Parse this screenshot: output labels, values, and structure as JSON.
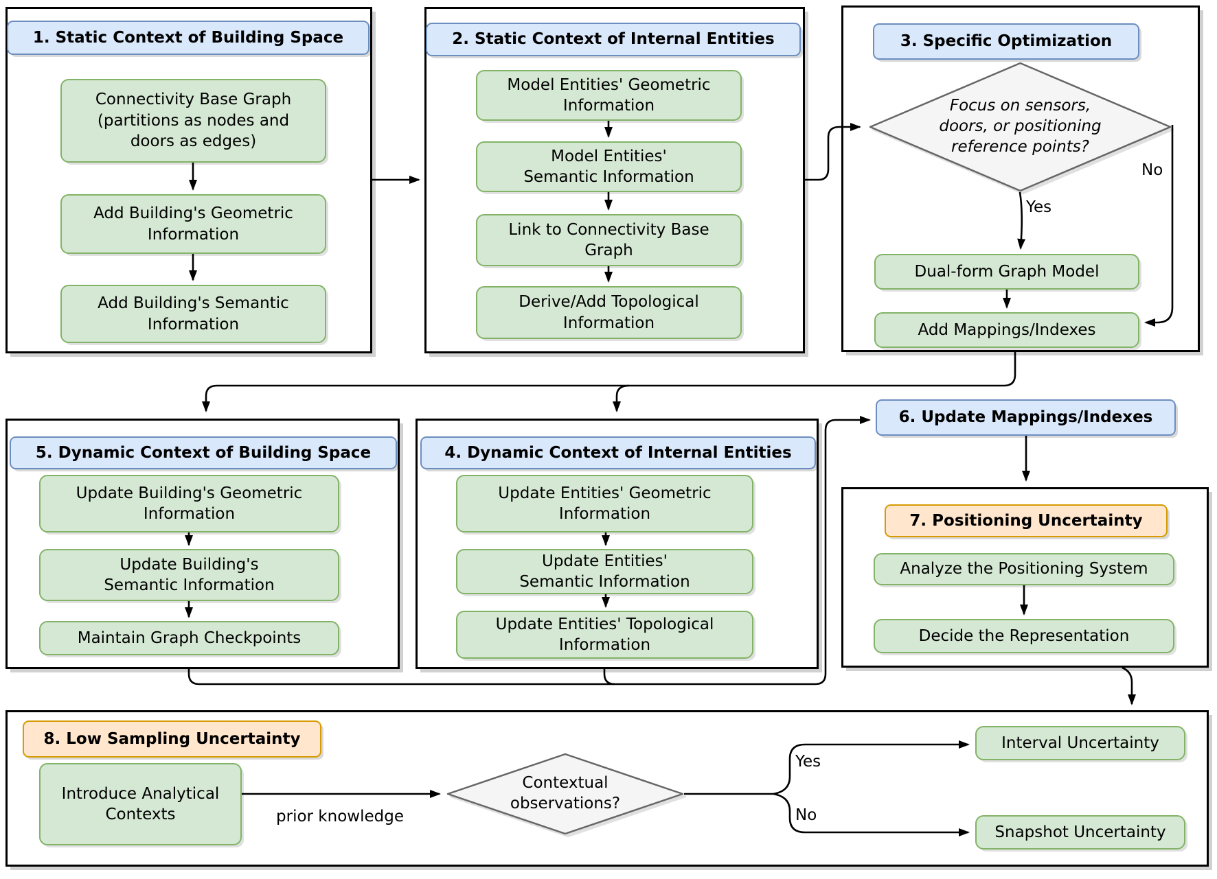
{
  "colors": {
    "header_blue_fill": "#dae8fc",
    "header_blue_border": "#6c8ebf",
    "process_green_fill": "#d5e8d4",
    "process_green_border": "#82b366",
    "accent_orange_fill": "#ffe6cc",
    "accent_orange_border": "#d79b00",
    "decision_gray_fill": "#f5f5f5",
    "decision_gray_border": "#666666",
    "line_black": "#000000"
  },
  "s1": {
    "title": "1. Static Context of Building Space",
    "steps": [
      "Connectivity Base Graph\n(partitions as nodes and\ndoors as edges)",
      "Add Building's Geometric\nInformation",
      "Add Building's Semantic\nInformation"
    ]
  },
  "s2": {
    "title": "2. Static Context of Internal Entities",
    "steps": [
      "Model Entities' Geometric\nInformation",
      "Model Entities'\nSemantic Information",
      "Link to Connectivity Base\nGraph",
      "Derive/Add Topological\nInformation"
    ]
  },
  "s3": {
    "title": "3. Specific Optimization",
    "decision": "Focus on sensors,\ndoors, or positioning\nreference points?",
    "yes_label": "Yes",
    "no_label": "No",
    "steps": [
      "Dual-form Graph Model",
      "Add Mappings/Indexes"
    ]
  },
  "s5": {
    "title": "5. Dynamic Context of Building Space",
    "steps": [
      "Update Building's  Geometric\nInformation",
      "Update Building's\nSemantic Information",
      "Maintain Graph Checkpoints"
    ]
  },
  "s4": {
    "title": "4. Dynamic Context of Internal Entities",
    "steps": [
      "Update Entities' Geometric\nInformation",
      "Update Entities'\nSemantic Information",
      "Update Entities' Topological\nInformation"
    ]
  },
  "s6": {
    "title": "6. Update Mappings/Indexes"
  },
  "s7": {
    "title": "7. Positioning Uncertainty",
    "steps": [
      "Analyze the Positioning System",
      "Decide the Representation"
    ]
  },
  "s8": {
    "title": "8. Low Sampling Uncertainty",
    "step": "Introduce Analytical\nContexts",
    "edge_label": "prior knowledge",
    "decision": "Contextual\nobservations?",
    "yes_label": "Yes",
    "no_label": "No",
    "yes_result": "Interval Uncertainty",
    "no_result": "Snapshot Uncertainty"
  }
}
